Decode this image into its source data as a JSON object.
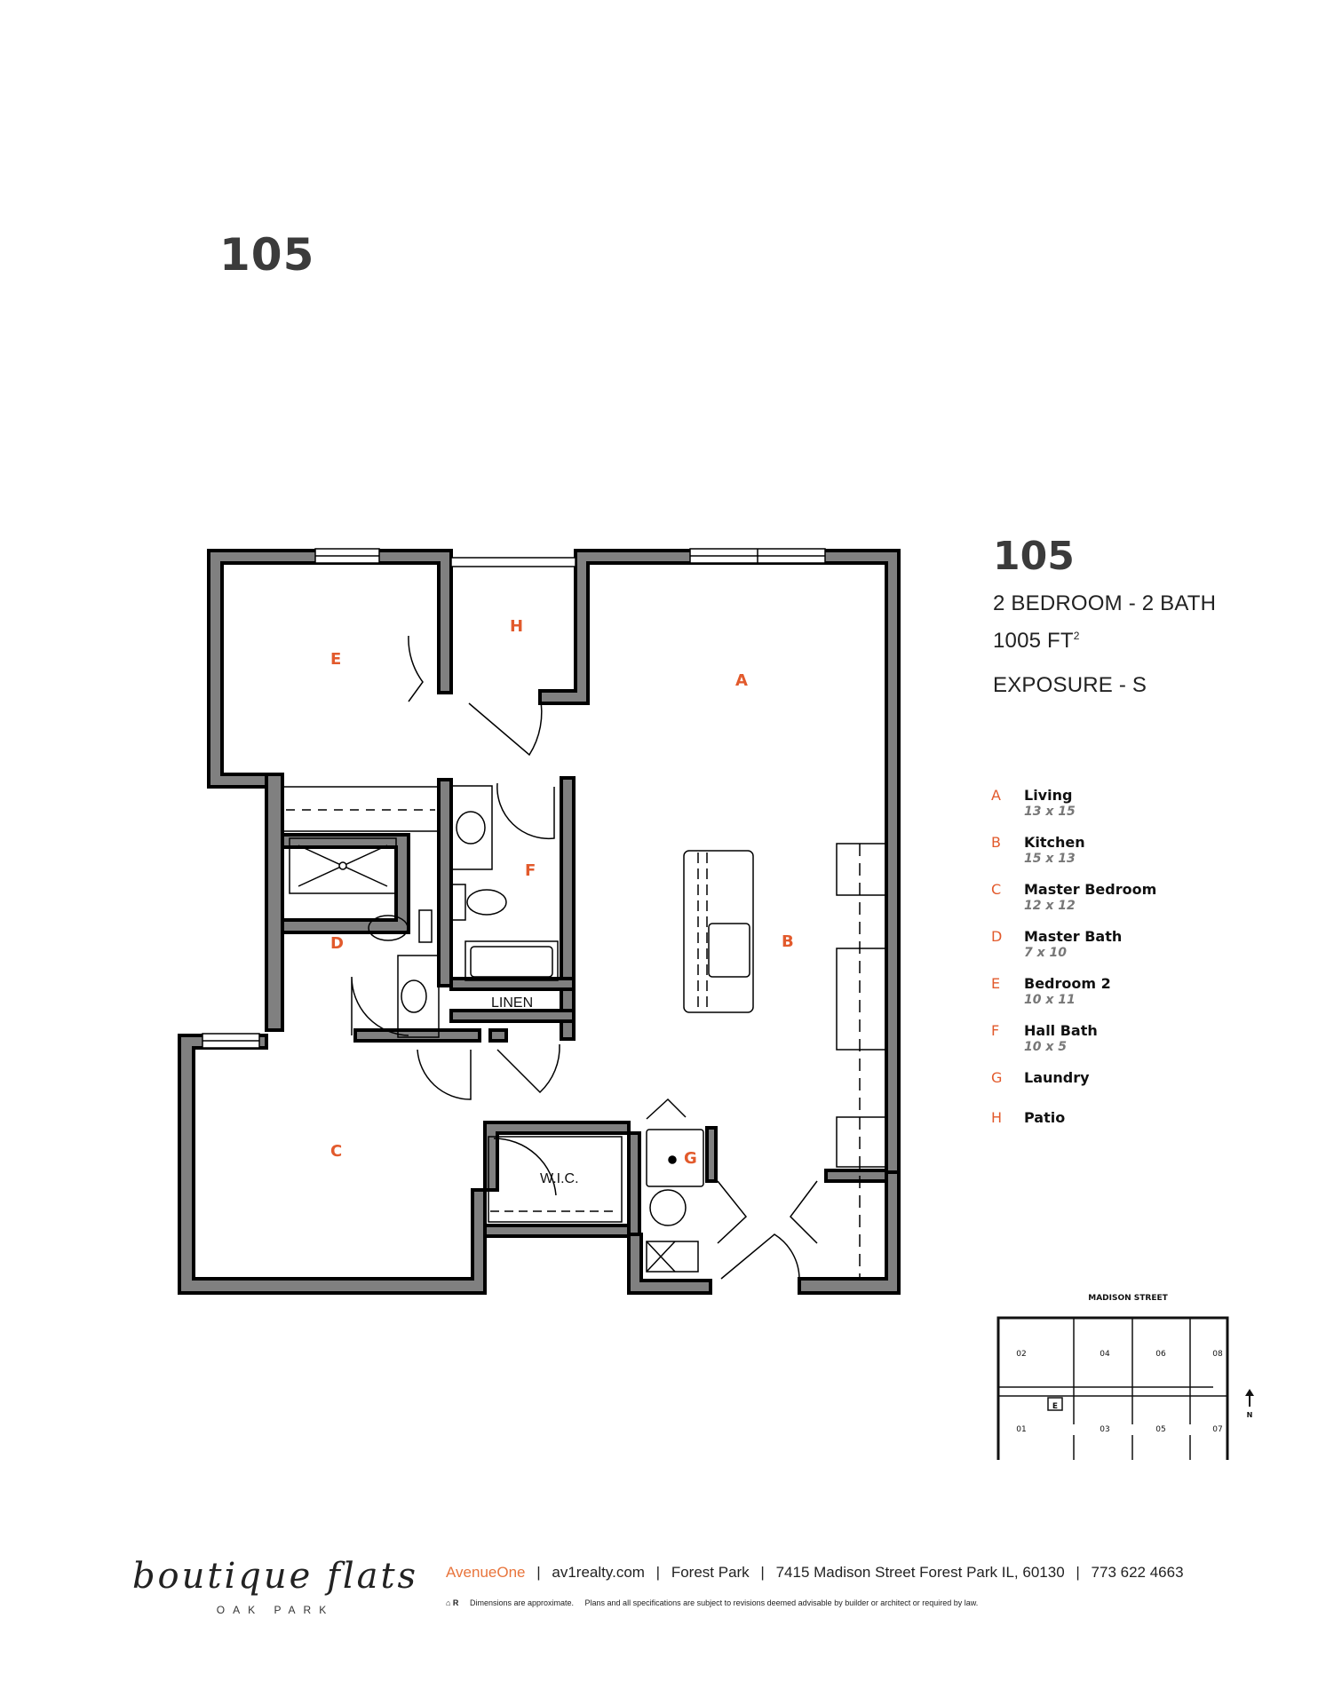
{
  "header": {
    "unit_number": "105"
  },
  "unit_info": {
    "unit_number": "105",
    "bed_bath": "2 BEDROOM - 2 BATH",
    "area_value": "1005 FT",
    "area_superscript": "2",
    "exposure": "EXPOSURE - S"
  },
  "legend": [
    {
      "letter": "A",
      "name": "Living",
      "dims": "13 x 15"
    },
    {
      "letter": "B",
      "name": "Kitchen",
      "dims": "15 x 13"
    },
    {
      "letter": "C",
      "name": "Master Bedroom",
      "dims": "12 x 12"
    },
    {
      "letter": "D",
      "name": "Master Bath",
      "dims": "7 x 10"
    },
    {
      "letter": "E",
      "name": "Bedroom 2",
      "dims": "10 x 11"
    },
    {
      "letter": "F",
      "name": "Hall Bath",
      "dims": "10 x 5"
    },
    {
      "letter": "G",
      "name": "Laundry",
      "dims": ""
    },
    {
      "letter": "H",
      "name": "Patio",
      "dims": ""
    }
  ],
  "floor_plan": {
    "room_labels": {
      "A": "A",
      "B": "B",
      "C": "C",
      "D": "D",
      "E": "E",
      "F": "F",
      "G": "G",
      "H": "H"
    },
    "fixture_labels": {
      "linen": "LINEN",
      "wic": "W.I.C."
    },
    "colors": {
      "wall_fill": "#808080",
      "wall_outline": "#000000",
      "room_label": "#e25a2c"
    }
  },
  "key_plan": {
    "street": "MADISON STREET",
    "north_units": [
      "02",
      "04",
      "06",
      "08"
    ],
    "south_units": [
      "01",
      "03",
      "05",
      "07"
    ],
    "elevator_label": "E",
    "north_label": "N"
  },
  "footer": {
    "brand_script": "boutique flats",
    "brand_sub": "OAK PARK",
    "realtor": "AvenueOne",
    "website": "av1realty.com",
    "office": "Forest Park",
    "address": "7415 Madison Street Forest Park IL, 60130",
    "phone": "773 622 4663",
    "separator": "|",
    "eho_icons": "⌂ R",
    "disclaimer_1": "Dimensions are approximate.",
    "disclaimer_2": "Plans and all specifications are subject to revisions deemed advisable by builder or architect or required by law.",
    "accent_color": "#e8743b"
  }
}
